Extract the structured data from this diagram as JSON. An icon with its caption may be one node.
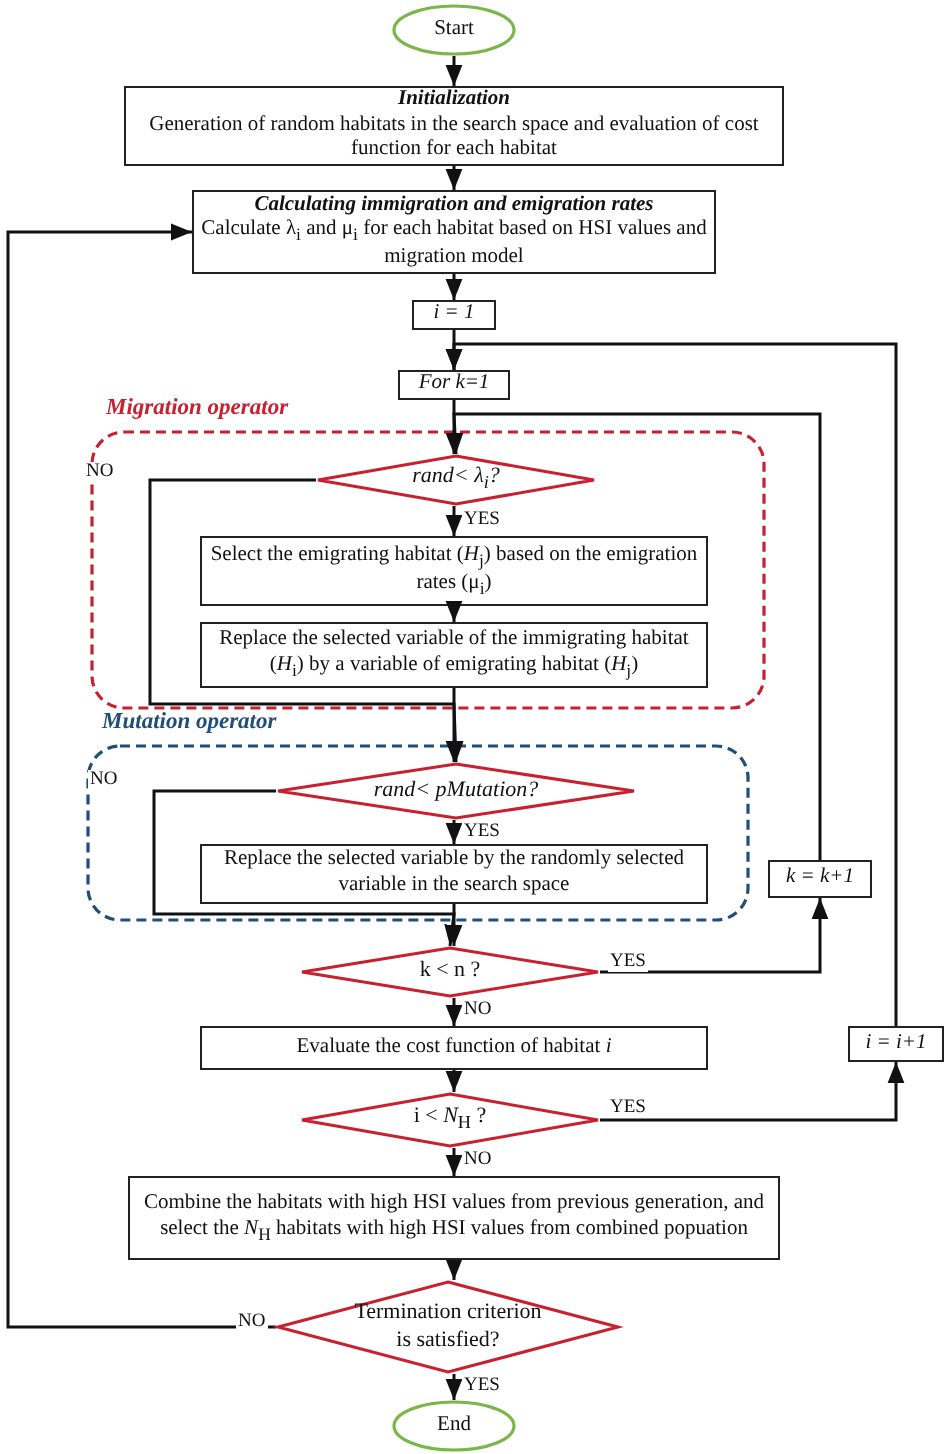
{
  "diagram": {
    "nodes": [
      {
        "text": [
          "Start"
        ]
      },
      {
        "text": [
          "Initialization",
          "Generation of random habitats in the search space and evaluation of cost function for each habitat"
        ]
      },
      {
        "text": [
          "Calculating immigration and emigration rates",
          "Calculate λ$_{i}$ and μ$_{i}$ for each habitat based on HSI values and migration model"
        ]
      },
      {
        "text": [
          "i = 1"
        ]
      },
      {
        "text": [
          "For k=1"
        ]
      },
      {
        "text": [
          "Migration operator"
        ]
      },
      {
        "text": [
          "rand< λ$_{i}$?"
        ],
        "in": 5
      },
      {
        "text": [
          "Select the emigrating habitat (*H*$_{j}$) based on the emigration rates (μ$_{i}$)"
        ],
        "in": 5
      },
      {
        "text": [
          "Replace the selected variable of the immigrating habitat (*H*$_{i}$) by a variable of emigrating habitat (*H*$_{j}$)"
        ],
        "in": 5
      },
      {
        "text": [
          "Mutation operator"
        ]
      },
      {
        "text": [
          "rand< pMutation?"
        ],
        "in": 9
      },
      {
        "text": [
          "Replace the selected variable by the randomly selected variable in the search space"
        ],
        "in": 9
      },
      {
        "text": [
          "k < n ?"
        ]
      },
      {
        "text": [
          "Evaluate the cost function of habitat *i*"
        ]
      },
      {
        "text": [
          "i < *N*$_{H}$ ?"
        ]
      },
      {
        "text": [
          "Combine the habitats with high HSI values from previous generation, and select the *N*$_{H}$ habitats with high HSI values from combined popuation"
        ]
      },
      {
        "text": [
          "Termination criterion is satisfied?"
        ]
      },
      {
        "text": [
          "End"
        ]
      },
      {
        "text": [
          "k = k+1"
        ]
      },
      {
        "text": [
          "i = i+1"
        ]
      }
    ],
    "edges": [
      {
        "from": 0,
        "to": 1,
        "arrow": "to"
      },
      {
        "from": 1,
        "to": 2,
        "arrow": "to"
      },
      {
        "from": 2,
        "to": 3,
        "arrow": "to"
      },
      {
        "from": 3,
        "to": 4,
        "arrow": "to"
      },
      {
        "from": 4,
        "to": 6,
        "arrow": "to"
      },
      {
        "from": 6,
        "to": 7,
        "arrow": "to",
        "label": "YES"
      },
      {
        "from": 7,
        "to": 8,
        "arrow": "to"
      },
      {
        "from": 8,
        "to": 10,
        "arrow": "to"
      },
      {
        "from": 6,
        "to": 10,
        "arrow": "to",
        "label": "NO"
      },
      {
        "from": 10,
        "to": 11,
        "arrow": "to",
        "label": "YES"
      },
      {
        "from": 11,
        "to": 12,
        "arrow": "to"
      },
      {
        "from": 10,
        "to": 12,
        "arrow": "to",
        "label": "NO"
      },
      {
        "from": 12,
        "to": 18,
        "arrow": "to",
        "label": "YES"
      },
      {
        "from": 18,
        "to": 6,
        "arrow": "to"
      },
      {
        "from": 12,
        "to": 13,
        "arrow": "to",
        "label": "NO"
      },
      {
        "from": 13,
        "to": 14,
        "arrow": "to"
      },
      {
        "from": 14,
        "to": 19,
        "arrow": "to",
        "label": "YES"
      },
      {
        "from": 19,
        "to": 4,
        "arrow": "to"
      },
      {
        "from": 14,
        "to": 15,
        "arrow": "to",
        "label": "NO"
      },
      {
        "from": 15,
        "to": 16,
        "arrow": "to"
      },
      {
        "from": 16,
        "to": 2,
        "arrow": "to",
        "label": "NO"
      },
      {
        "from": 16,
        "to": 17,
        "arrow": "to",
        "label": "YES"
      }
    ]
  }
}
